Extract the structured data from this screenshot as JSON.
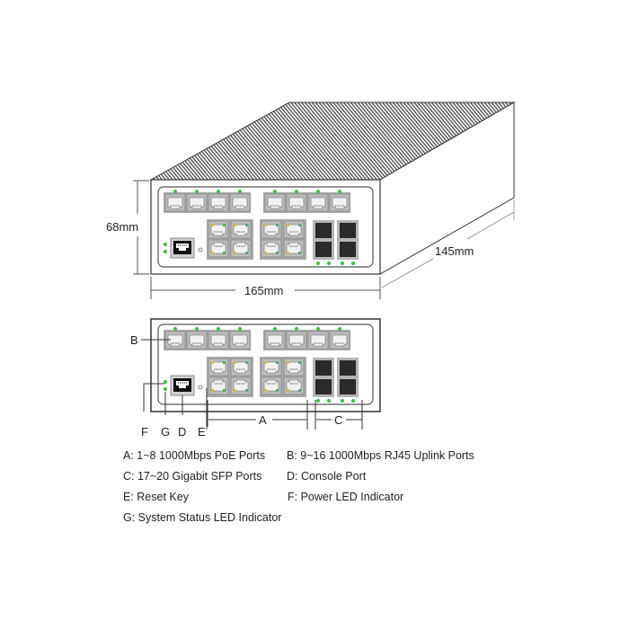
{
  "dimensions": {
    "height": "68mm",
    "width": "165mm",
    "depth": "145mm"
  },
  "callouts": {
    "A": "A",
    "B": "B",
    "C": "C",
    "D": "D",
    "E": "E",
    "F": "F",
    "G": "G"
  },
  "legend": [
    {
      "key": "A",
      "text": "A: 1~8 1000Mbps PoE Ports"
    },
    {
      "key": "B",
      "text": "B: 9~16 1000Mbps RJ45 Uplink Ports"
    },
    {
      "key": "C",
      "text": "C: 17~20 Gigabit SFP Ports"
    },
    {
      "key": "D",
      "text": "D: Console Port"
    },
    {
      "key": "E",
      "text": "E: Reset Key"
    },
    {
      "key": "F",
      "text": "F: Power LED Indicator"
    },
    {
      "key": "G",
      "text": "G: System Status LED Indicator"
    }
  ],
  "colors": {
    "led_green": "#3fbf3f",
    "port_gray": "#b8b8b8",
    "sfp_dark": "#2a2a2a",
    "poe_led_amber": "#d9b84a",
    "outline": "#333333"
  },
  "ports": {
    "uplink_rj45_count": 8,
    "poe_rj45_count": 8,
    "sfp_count": 4
  }
}
